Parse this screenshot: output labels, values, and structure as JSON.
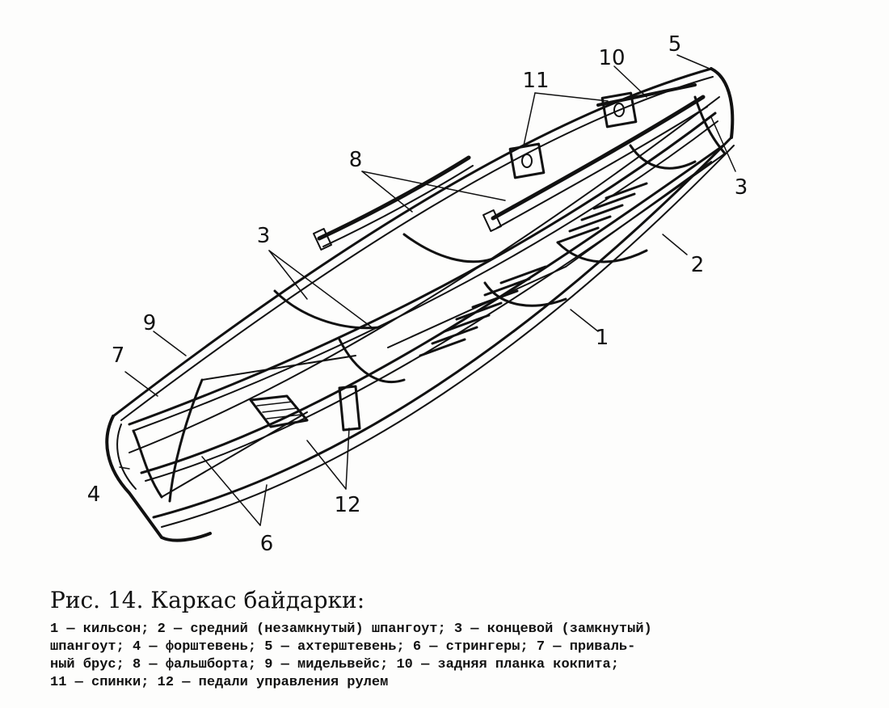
{
  "callouts": {
    "c1": "1",
    "c2": "2",
    "c3a": "3",
    "c3b": "3",
    "c4": "4",
    "c5": "5",
    "c6": "6",
    "c7": "7",
    "c8": "8",
    "c9": "9",
    "c10": "10",
    "c11": "11",
    "c12": "12"
  },
  "caption": {
    "title": "Рис. 14. Каркас байдарки:",
    "lines": [
      "1 — кильсон; 2 — средний (незамкнутый) шпангоут; 3 — концевой (замкнутый)",
      "шпангоут; 4 — форштевень; 5 — ахтерштевень; 6 — стрингеры; 7 — приваль-",
      "ный брус; 8 — фальшборта; 9 — мидельвейс; 10 — задняя планка кокпита;",
      "11 — спинки; 12 — педали управления рулем"
    ]
  },
  "colors": {
    "ink": "#111111",
    "paper": "#fdfdfc"
  }
}
